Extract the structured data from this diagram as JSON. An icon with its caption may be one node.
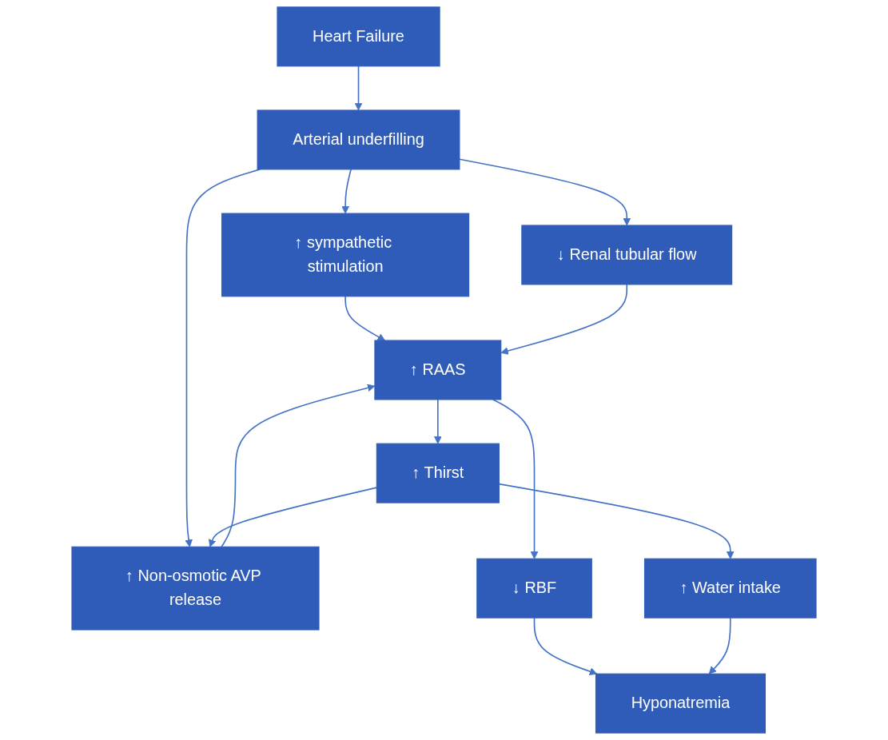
{
  "diagram": {
    "nodes": [
      {
        "text": [
          "Heart Failure"
        ]
      },
      {
        "text": [
          "Arterial underfilling"
        ]
      },
      {
        "text": [
          "↑ sympathetic stimulation"
        ]
      },
      {
        "text": [
          "↓ Renal tubular flow"
        ]
      },
      {
        "text": [
          "↑ Non-osmotic AVP release"
        ]
      },
      {
        "text": [
          "↑ RAAS"
        ]
      },
      {
        "text": [
          "↑ Thirst"
        ]
      },
      {
        "text": [
          "↓ RBF"
        ]
      },
      {
        "text": [
          "↑ Water intake"
        ]
      },
      {
        "text": [
          "Hyponatremia"
        ]
      }
    ],
    "edges": [
      {
        "from": 0,
        "to": 1,
        "arrow": "to"
      },
      {
        "from": 1,
        "to": 2,
        "arrow": "to"
      },
      {
        "from": 1,
        "to": 3,
        "arrow": "to"
      },
      {
        "from": 1,
        "to": 4,
        "arrow": "to"
      },
      {
        "from": 2,
        "to": 5,
        "arrow": "to"
      },
      {
        "from": 3,
        "to": 5,
        "arrow": "to"
      },
      {
        "from": 4,
        "to": 5,
        "arrow": "to"
      },
      {
        "from": 5,
        "to": 6,
        "arrow": "to"
      },
      {
        "from": 6,
        "to": 4,
        "arrow": "to"
      },
      {
        "from": 5,
        "to": 7,
        "arrow": "to"
      },
      {
        "from": 6,
        "to": 8,
        "arrow": "to"
      },
      {
        "from": 7,
        "to": 9,
        "arrow": "to"
      },
      {
        "from": 8,
        "to": 9,
        "arrow": "to"
      }
    ]
  }
}
